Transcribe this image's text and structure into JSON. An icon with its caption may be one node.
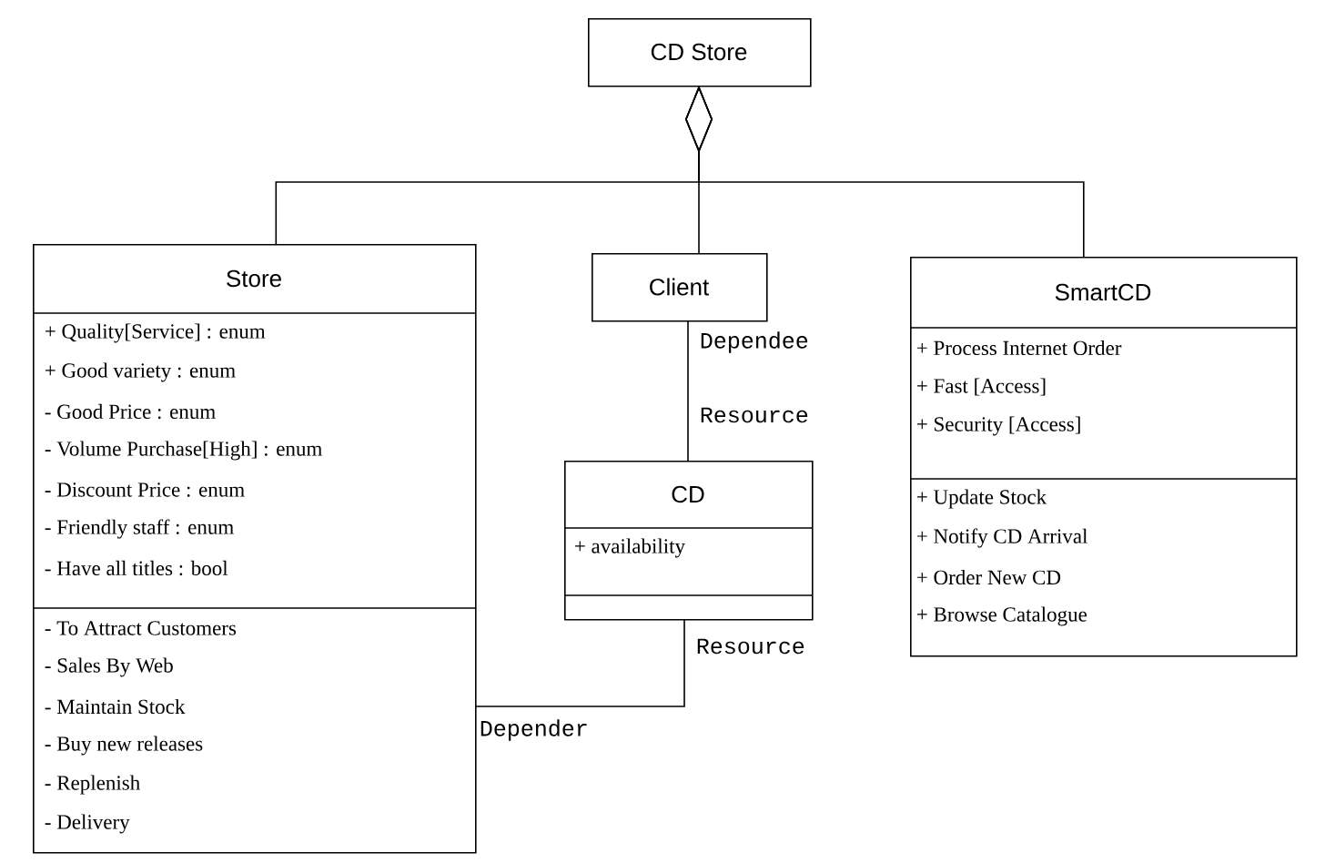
{
  "diagram": {
    "nodes": [
      {
        "text": [
          "CD Store"
        ]
      },
      {
        "text": [
          "Store",
          "+ Quality[Service] : enum",
          "+ Good variety : enum",
          "- Good Price : enum",
          "- Volume Purchase[High] : enum",
          "- Discount Price : enum",
          "- Friendly staff : enum",
          "- Have all titles : bool",
          "- To Attract Customers",
          "- Sales By Web",
          "- Maintain Stock",
          "- Buy new releases",
          "- Replenish",
          "- Delivery"
        ]
      },
      {
        "text": [
          "Client"
        ]
      },
      {
        "text": [
          "CD",
          "+ availability"
        ]
      },
      {
        "text": [
          "SmartCD",
          "+ Process Internet Order",
          "+ Fast [Access]",
          "+ Security [Access]",
          "+ Update Stock",
          "+ Notify CD Arrival",
          "+ Order New CD",
          "+ Browse Catalogue"
        ]
      }
    ],
    "edges": [
      {
        "from": 0,
        "to": 1,
        "arrow": "other"
      },
      {
        "from": 0,
        "to": 2,
        "arrow": "other"
      },
      {
        "from": 0,
        "to": 4,
        "arrow": "other"
      },
      {
        "from": 2,
        "to": 3,
        "arrow": "none"
      },
      {
        "from": 3,
        "to": 1,
        "arrow": "none"
      }
    ],
    "labels": [
      "Dependee",
      "Resource",
      "Resource",
      "Depender"
    ]
  }
}
